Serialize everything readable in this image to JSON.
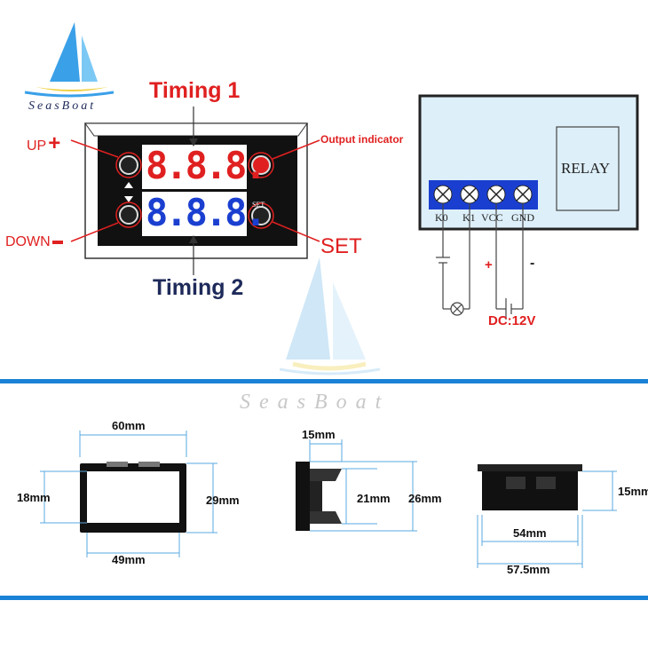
{
  "brand": {
    "name": "SeasBoat",
    "watermark": "SeasBoat"
  },
  "panel": {
    "timing1": "Timing 1",
    "timing2": "Timing 2",
    "up": "UP",
    "down": "DOWN",
    "set": "SET",
    "set_key": "SET",
    "output_indicator": "Output indicator",
    "digits_top": "8.8.8.",
    "digits_bottom": "8.8.8."
  },
  "wiring": {
    "relay": "RELAY",
    "terminals": [
      "K0",
      "K1",
      "VCC",
      "GND"
    ],
    "plus": "+",
    "minus": "-",
    "supply": "DC:12V"
  },
  "dimensions": {
    "front_width": "60mm",
    "front_inner_height": "18mm",
    "front_height": "29mm",
    "front_inner_width": "49mm",
    "side_depth": "15mm",
    "side_inner_height": "21mm",
    "side_height": "26mm",
    "top_depth": "15mm",
    "top_inner_width": "54mm",
    "top_width": "57.5mm"
  },
  "colors": {
    "accent": "#1a82d6",
    "red": "#e02020",
    "dim_line": "#5aa8e0",
    "navy": "#1e2a5a"
  }
}
